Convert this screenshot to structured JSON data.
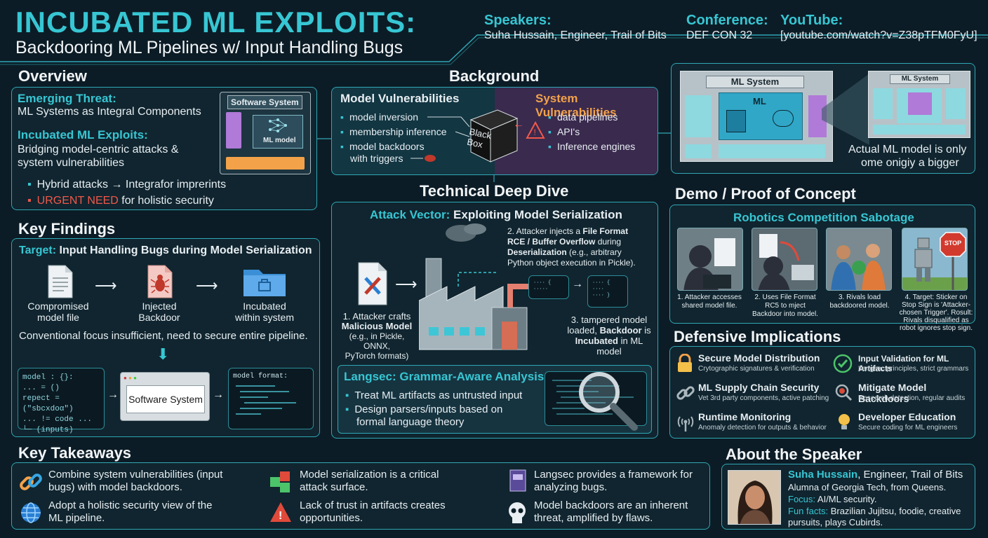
{
  "header": {
    "title": "INCUBATED ML EXPLOITS:",
    "subtitle": "Backdooring ML Pipelines w/ Input Handling Bugs",
    "speakers_label": "Speakers:",
    "speakers_value": "Suha Hussain, Engineer, Trail of Bits",
    "conference_label": "Conference:",
    "conference_value": "DEF CON 32",
    "youtube_label": "YouTube:",
    "youtube_value": "[youtube.com/watch?v=Z38pTFM0FyU]"
  },
  "overview": {
    "heading": "Overview",
    "threat_title": "Emerging Threat:",
    "threat_text": "ML Systems as Integral Components",
    "exploits_title": "Incubated ML Exploits:",
    "exploits_text1": "Bridging model-centric attacks &",
    "exploits_text2": "system vulnerabilities",
    "bullet1": "Hybrid attacks → Integrafor imprerints",
    "bullet2_red": "URGENT NEED",
    "bullet2_rest": " for holistic security",
    "diagram_title": "Software System",
    "diagram_model": "ML model"
  },
  "findings": {
    "heading": "Key Findings",
    "target_label": "Target:",
    "target_text": " Input Handling Bugs during Model Serialization",
    "step1": "Compromised\nmodel file",
    "step2": "Injected\nBackdoor",
    "step3": "Incubated\nwithin system",
    "conclusion": "Conventional focus insufficient, need to secure entire pipeline.",
    "code_lines": [
      "model : {}:",
      "  ... = ()",
      "  repect = (\"sbcxdoα\")",
      "  ... != code ...",
      "     └─ (inputs)"
    ],
    "software_label": "Software System",
    "format_label": "model format:"
  },
  "background": {
    "heading": "Background",
    "model_title": "Model Vulnerabilities",
    "model_items": [
      "model inversion",
      "membership inference",
      "model backdoors",
      "with triggers"
    ],
    "blackbox": "Black\nBox",
    "system_title": "System Vulnerabilities",
    "system_items": [
      "data pipelines",
      "API's",
      "Inference engines"
    ]
  },
  "mlsystem": {
    "outer_label": "ML System",
    "inner_label": "ML",
    "zoom_label": "ML System",
    "caption1": "Actual ML model is only",
    "caption2": "ome onigiy a bigger"
  },
  "deepdive": {
    "heading": "Technical Deep Dive",
    "vector_label": "Attack Vector:",
    "vector_text": " Exploiting Model Serialization",
    "step1_a": "1. Attacker crafts",
    "step1_b": "Malicious Model",
    "step1_c": "(e.g., in Pickle, ONNX,",
    "step1_d": "PyTorch formats)",
    "step2_a": "2. Attacker injects a ",
    "step2_b": "File Format",
    "step2_c": "RCE / Buffer Overflow",
    "step2_d": " during",
    "step2_e": "Deserialization",
    "step2_f": " (e.g., arbitrary",
    "step2_g": "Python object execution in Pickle).",
    "step3_a": "3. tampered model",
    "step3_b": "loaded, ",
    "step3_c": "Backdoor",
    "step3_d": " is",
    "step3_e": "Incubated",
    "step3_f": " in ML",
    "step3_g": "model",
    "langsec_title": "Langsec: Grammar-Aware Analysis",
    "langsec_b1": "Treat ML artifacts as untrusted input",
    "langsec_b2a": "Design parsers/inputs based on",
    "langsec_b2b": "formal language theory"
  },
  "demo": {
    "heading": "Demo / Proof of Concept",
    "title": "Robotics Competition Sabotage",
    "captions": [
      "1. Attacker accesses\nshared model file.",
      "2. Uses File Format\nRC5 to mject\nBackdoor into model.",
      "3. Rivals load\nbackdoored model.",
      "4. Target: Sticker on\nStop Sign is 'Attacker-\nchosen Trigger'. Rosult:\nRivals disqualified as\nrobot ignores stop sign."
    ],
    "stop": "STOP"
  },
  "defensive": {
    "heading": "Defensive Implications",
    "items": [
      {
        "title": "Secure Model Distribution",
        "text": "Crytographic signatures & verification"
      },
      {
        "title": "Input Validation for ML Artifacts",
        "text": "Langsec principles, strict grammars"
      },
      {
        "title": "ML Supply Chain Security",
        "text": "Vet 3rd party components, active patching"
      },
      {
        "title": "Mitigate Model Backdoors",
        "text": "Research detection, regular audits"
      },
      {
        "title": "Runtime Monitoring",
        "text": "Anomaly detection for outputs & behavior"
      },
      {
        "title": "Developer Education",
        "text": "Secure coding for ML engineers"
      }
    ]
  },
  "takeaways": {
    "heading": "Key Takeaways",
    "items": [
      "Combine system vulnerabilities (input\nbugs) with model backdoors.",
      "Model serialization is a critical\nattack surface.",
      "Langsec provides a framework for\nanalyzing bugs.",
      "Adopt a holistic security view of the\nML pipeline.",
      "Lack of trust in artifacts creates\nopportunities.",
      "Model backdoors are an inherent\nthreat, amplified by flaws."
    ]
  },
  "speaker": {
    "heading": "About the Speaker",
    "name": "Suha Hussain",
    "role": ", Engineer, Trail of Bits",
    "line2": "Alumna of Georgia Tech, from Queens.",
    "focus_label": "Focus:",
    "focus_text": " AI/ML security.",
    "fun_label": "Fun facts:",
    "fun_text": " Brazilian Jujitsu, foodie, creative",
    "fun_text2": "pursuits, plays Cubirds."
  },
  "colors": {
    "accent": "#37c6d3",
    "warn": "#f0584b",
    "purple": "#b07ad8",
    "orange": "#f3a24a"
  }
}
